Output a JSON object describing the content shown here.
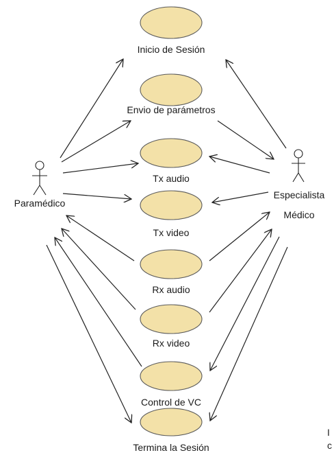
{
  "actors": {
    "paramedico": {
      "name": "Paramédico",
      "icon": "stick-figure-icon"
    },
    "especialista": {
      "name_line1": "Especialista",
      "name_line2": "Médico",
      "icon": "stick-figure-icon"
    }
  },
  "use_cases": [
    {
      "id": "inicio_sesion",
      "label": "Inicio de Sesión"
    },
    {
      "id": "envio_parametros",
      "label": "Envio de parámetros"
    },
    {
      "id": "tx_audio",
      "label": "Tx audio"
    },
    {
      "id": "tx_video",
      "label": "Tx video"
    },
    {
      "id": "rx_audio",
      "label": "Rx audio"
    },
    {
      "id": "rx_video",
      "label": "Rx video"
    },
    {
      "id": "control_vc",
      "label": "Control de VC"
    },
    {
      "id": "termina_sesion",
      "label": "Termina la Sesión"
    }
  ],
  "associations": [
    {
      "from": "paramedico",
      "to": "inicio_sesion"
    },
    {
      "from": "paramedico",
      "to": "envio_parametros"
    },
    {
      "from": "paramedico",
      "to": "tx_audio"
    },
    {
      "from": "paramedico",
      "to": "tx_video"
    },
    {
      "from": "rx_audio",
      "to": "paramedico"
    },
    {
      "from": "rx_video",
      "to": "paramedico"
    },
    {
      "from": "control_vc",
      "to": "paramedico"
    },
    {
      "from": "paramedico",
      "to": "termina_sesion"
    },
    {
      "from": "especialista",
      "to": "inicio_sesion"
    },
    {
      "from": "envio_parametros",
      "to": "especialista"
    },
    {
      "from": "especialista",
      "to": "tx_audio"
    },
    {
      "from": "especialista",
      "to": "tx_video"
    },
    {
      "from": "rx_audio",
      "to": "especialista"
    },
    {
      "from": "rx_video",
      "to": "especialista"
    },
    {
      "from": "especialista",
      "to": "control_vc"
    },
    {
      "from": "especialista",
      "to": "termina_sesion"
    }
  ],
  "colors": {
    "use_case_fill": "#f3e1a8",
    "use_case_stroke": "#5a5a5a",
    "line": "#222222"
  },
  "cropped_edge_text": {
    "line1": "I",
    "line2": "c"
  }
}
